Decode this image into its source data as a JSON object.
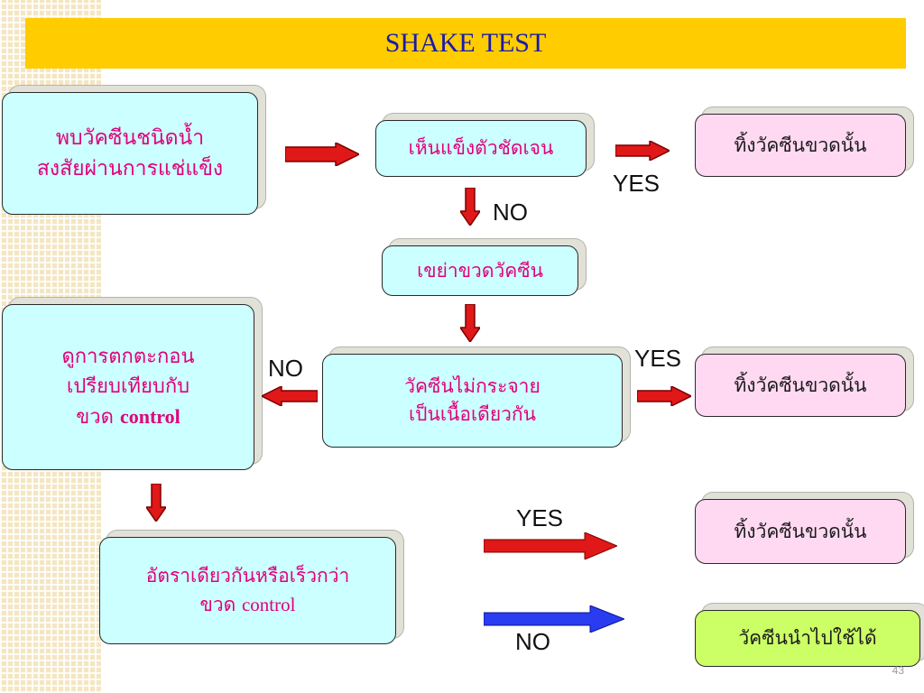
{
  "title": "SHAKE TEST",
  "boxes": {
    "start": {
      "line1": "พบวัคซีนชนิดน้ำ",
      "line2": "สงสัยผ่านการแช่แข็ง"
    },
    "frozen_check": "เห็นแข็งตัวชัดเจน",
    "discard_1": "ทิ้งวัคซีนขวดนั้น",
    "shake": "เขย่าขวดวัคซีน",
    "homogeneous": {
      "line1": "วัคซีนไม่กระจาย",
      "line2": "เป็นเนื้อเดียวกัน"
    },
    "discard_2": "ทิ้งวัคซีนขวดนั้น",
    "compare": {
      "line1": "ดูการตกตะกอน",
      "line2": "เปรียบเทียบกับ",
      "line3_prefix": "ขวด ",
      "line3_suffix": "control"
    },
    "rate": {
      "line1": "อัตราเดียวกันหรือเร็วกว่า",
      "line2_prefix": "ขวด ",
      "line2_suffix": "control"
    },
    "discard_3": "ทิ้งวัคซีนขวดนั้น",
    "usable": "วัคซีนนำไปใช้ได้"
  },
  "labels": {
    "yes_1": "YES",
    "no_1": "NO",
    "yes_2": "YES",
    "no_2": "NO",
    "yes_3": "YES",
    "no_3": "NO"
  },
  "colors": {
    "title_bg": "#ffcc00",
    "title_text": "#1a1aa8",
    "box_cyan": "#ccffff",
    "box_pink": "#ffd9f2",
    "box_green": "#ccff66",
    "text_magenta": "#e0007a",
    "arrow_red": "#e01818",
    "arrow_blue": "#2a3cf0"
  },
  "page_number": "43"
}
